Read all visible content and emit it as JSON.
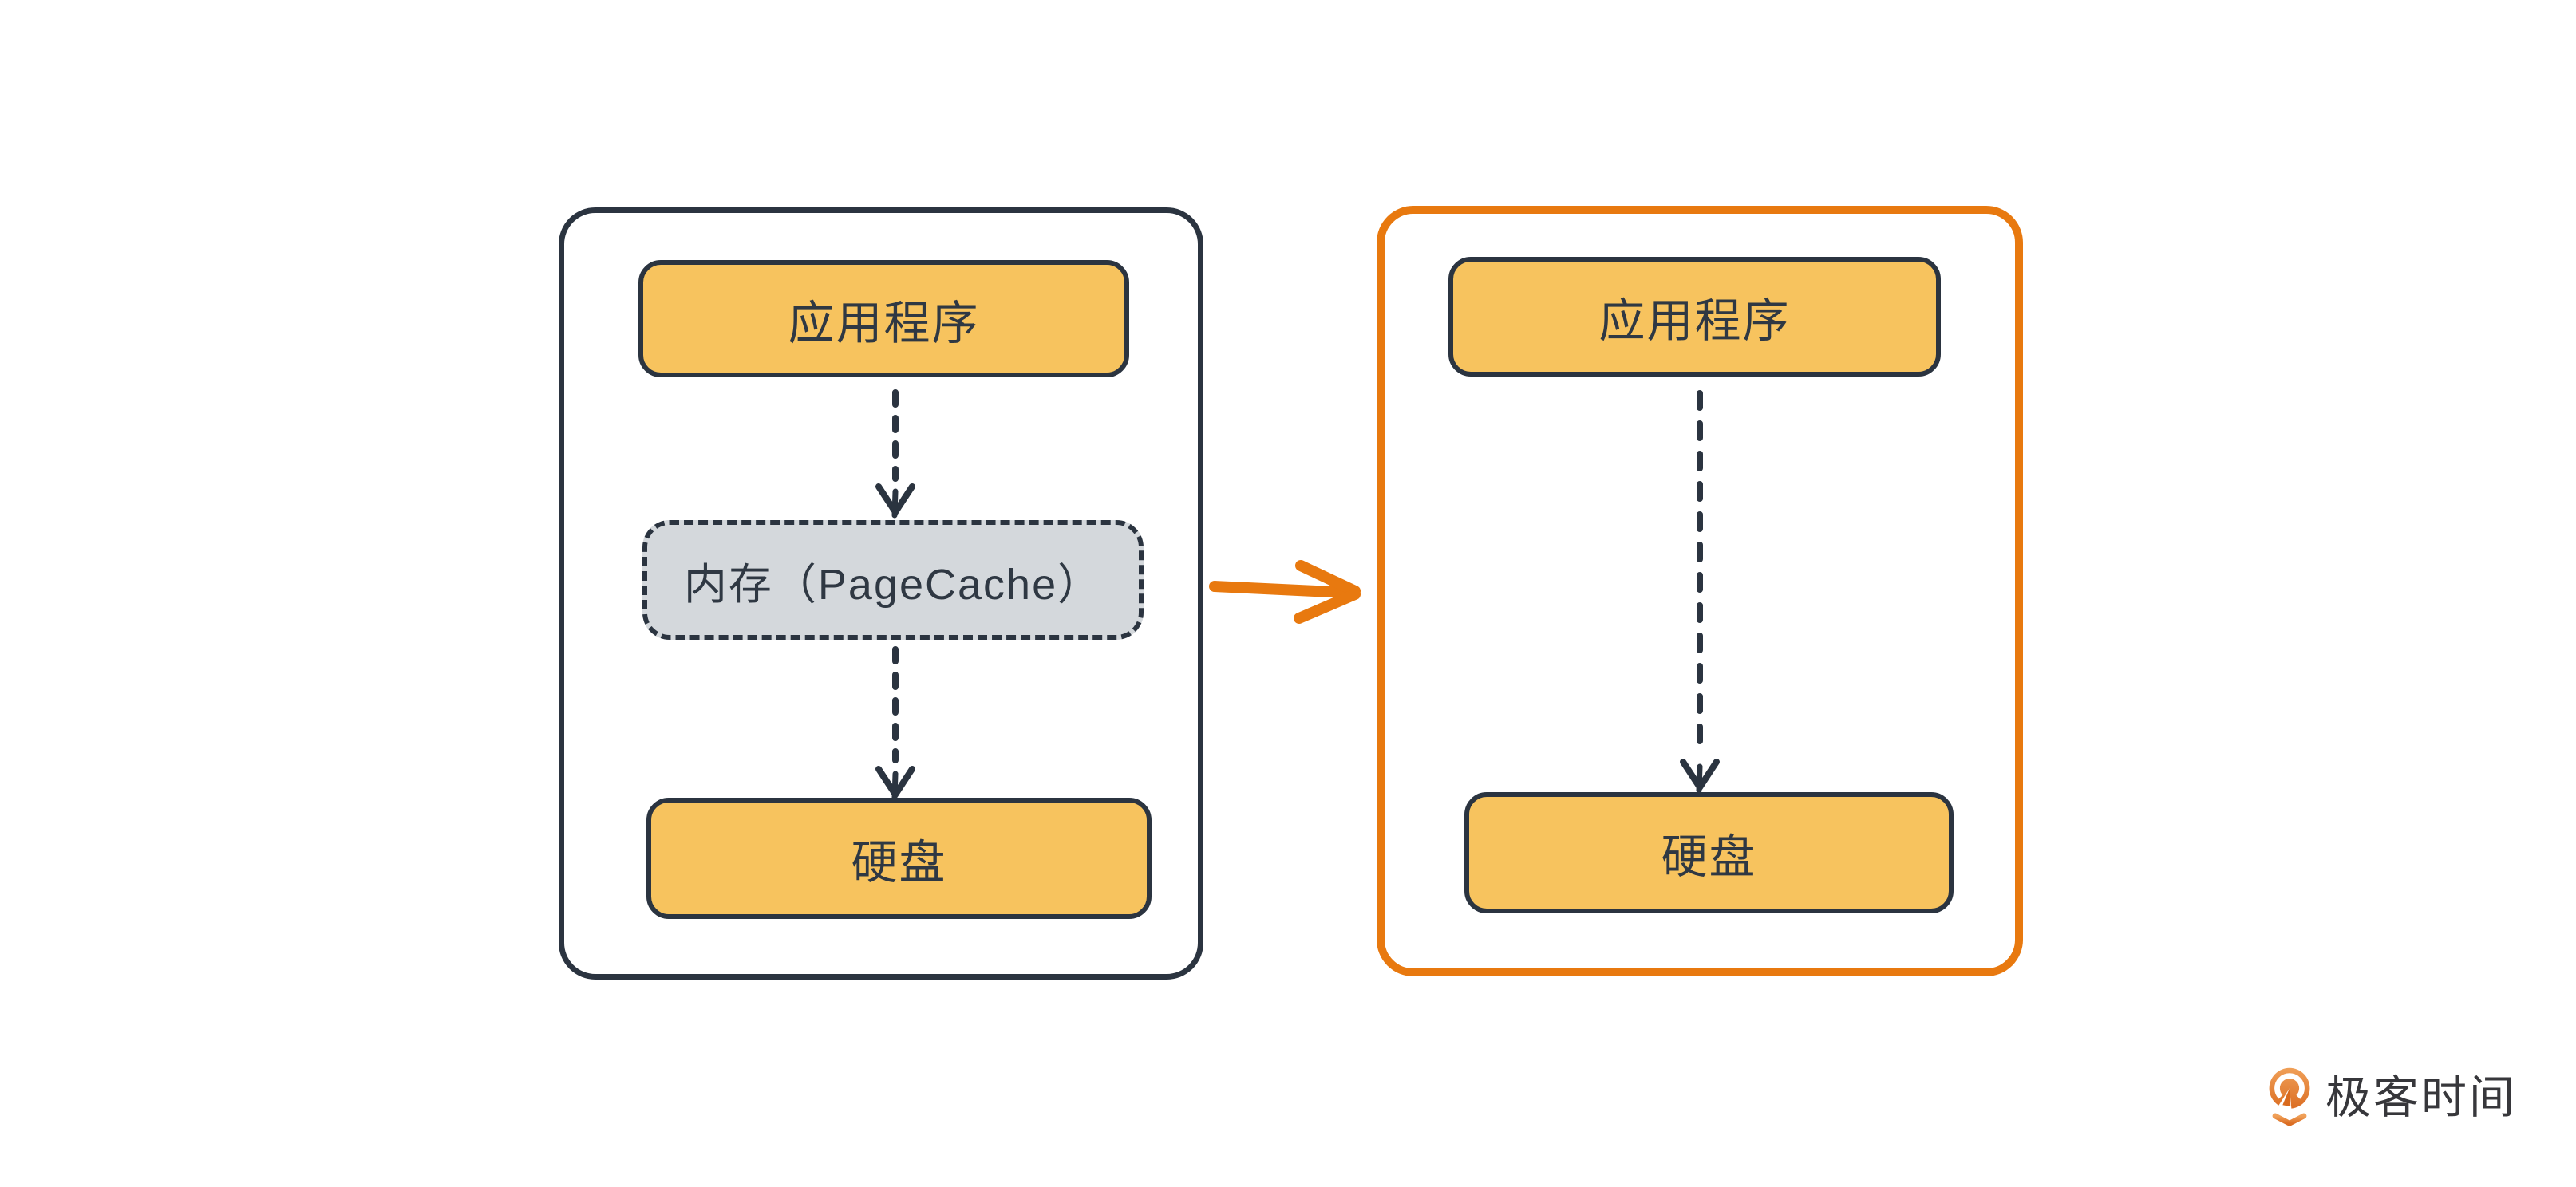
{
  "diagram": {
    "left_panel": {
      "app_label": "应用程序",
      "cache_label": "内存（PageCache）",
      "disk_label": "硬盘"
    },
    "right_panel": {
      "app_label": "应用程序",
      "disk_label": "硬盘"
    },
    "flow_left": [
      "应用程序",
      "内存（PageCache）",
      "硬盘"
    ],
    "flow_right": [
      "应用程序",
      "硬盘"
    ],
    "colors": {
      "node_fill": "#F7C35E",
      "cache_fill": "#D4D8DC",
      "stroke_dark": "#2B3440",
      "accent_orange": "#E8790F"
    }
  },
  "logo": {
    "text": "极客时间",
    "icon": "geektime-icon"
  }
}
